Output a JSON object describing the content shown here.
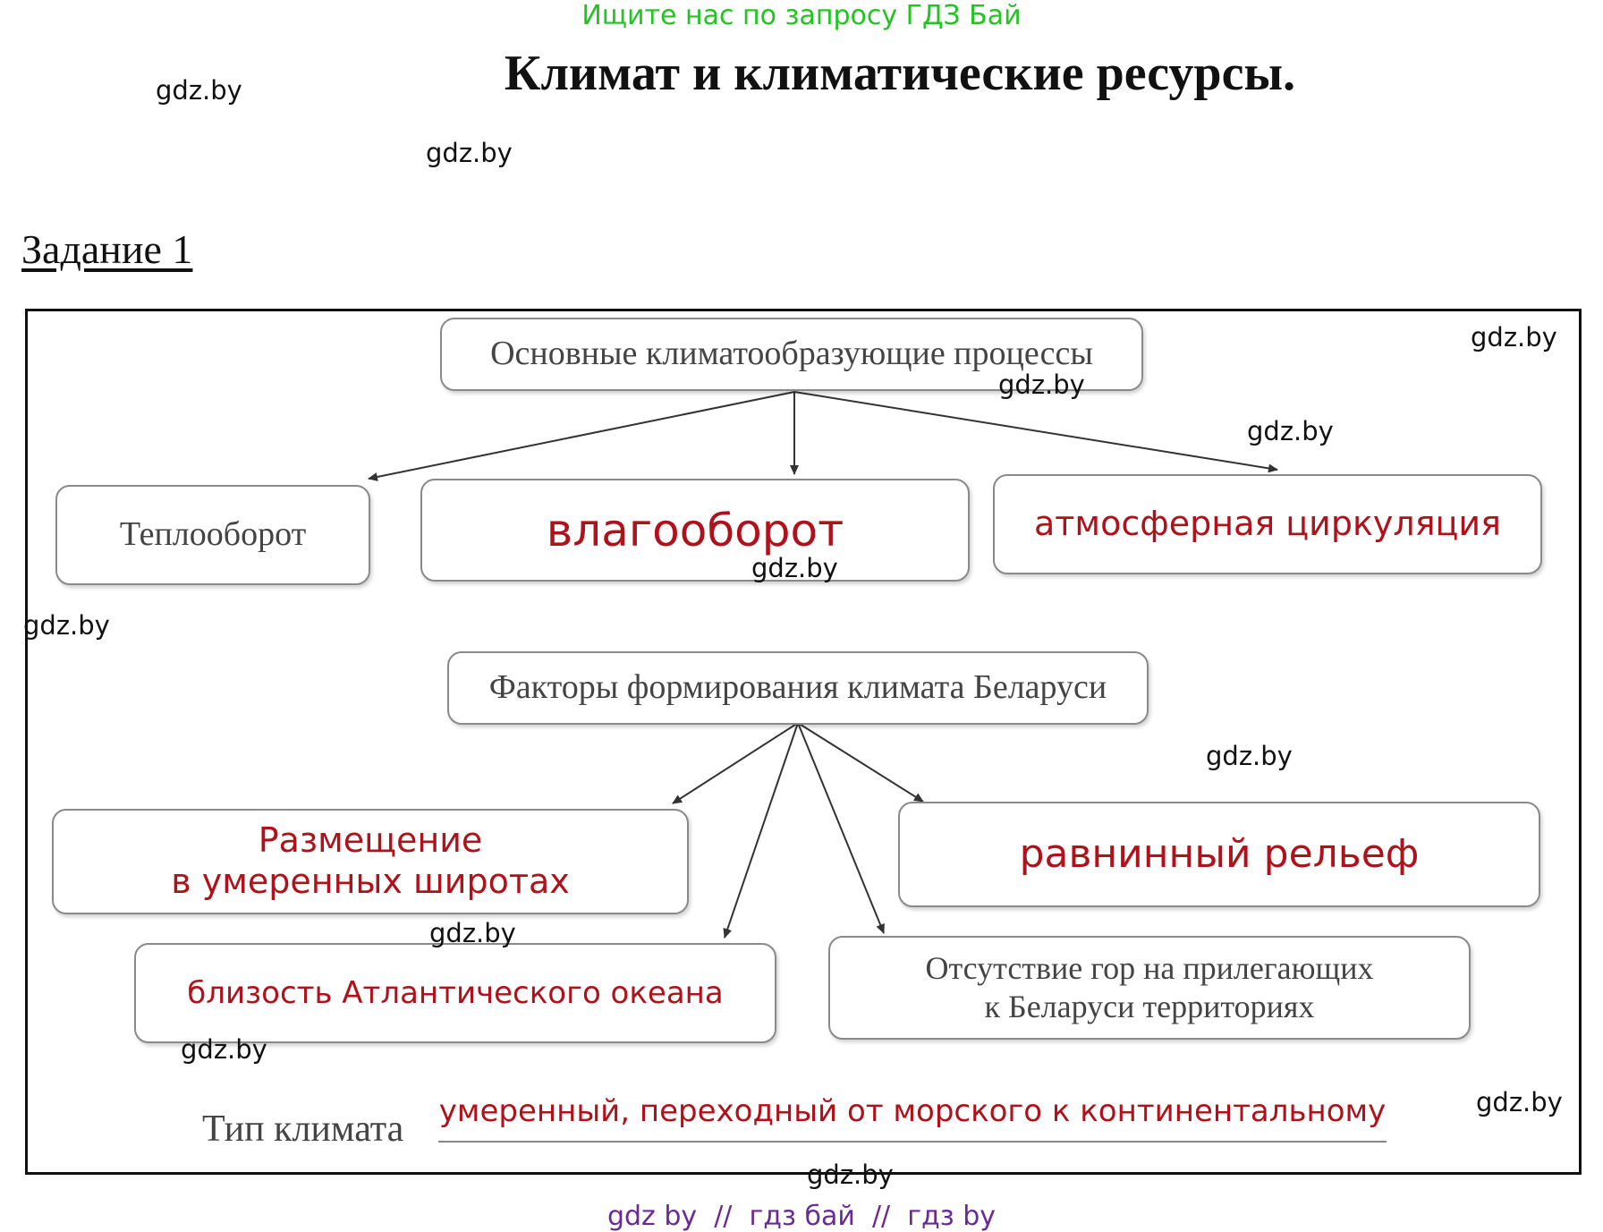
{
  "banner": "Ищите нас по запросу ГДЗ Бай",
  "title": "Климат и климатические ресурсы.",
  "task_label": "Задание 1",
  "watermark": "gdz.by",
  "diagram1": {
    "root": "Основные климатообразующие процессы",
    "children": [
      "Теплооборот",
      "влагооборот",
      "атмосферная циркуляция"
    ]
  },
  "diagram2": {
    "root": "Факторы формирования климата Беларуси",
    "children": [
      {
        "line1": "Размещение",
        "line2": "в умеренных широтах"
      },
      {
        "line1": "равнинный рельеф"
      },
      {
        "line1": "близость Атлантического океана"
      },
      {
        "line1": "Отсутствие гор на прилегающих",
        "line2": "к Беларуси территориях"
      }
    ]
  },
  "climate_type": {
    "label": "Тип климата",
    "value": "умеренный, переходный от морского к континентальному"
  },
  "footer": {
    "link1": "gdz by",
    "sep": "//",
    "link2": "гдз бай",
    "link3": "гдз by"
  },
  "colors": {
    "answer": "#b0121b",
    "banner": "#22c322",
    "footer": "#6a2a94"
  }
}
